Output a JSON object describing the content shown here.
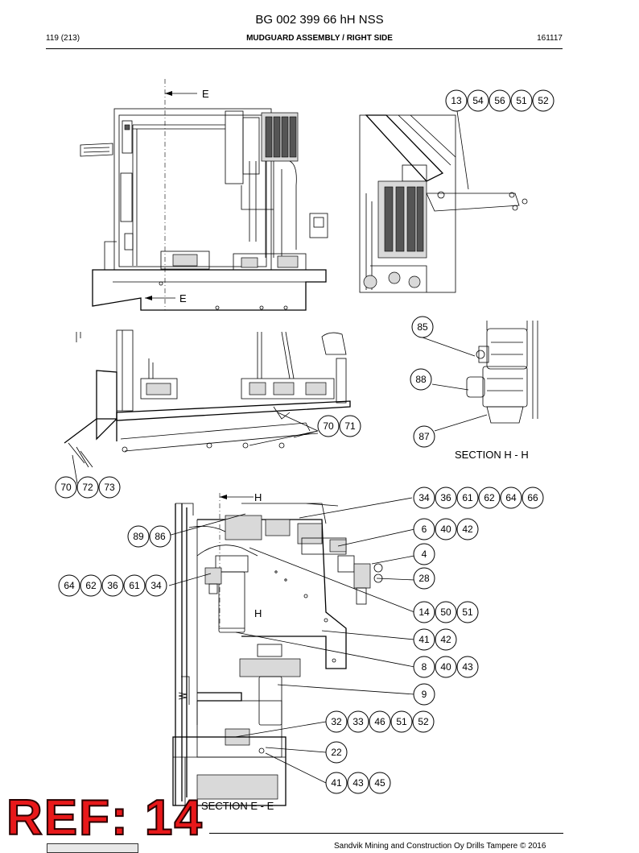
{
  "header": {
    "doc_title": "BG 002 399 66 hH NSS",
    "page": "119 (213)",
    "section": "MUDGUARD ASSEMBLY / RIGHT SIDE",
    "date": "161117"
  },
  "section_labels": {
    "e_top": "E",
    "e_bottom": "E",
    "h_top": "H",
    "h_bottom": "H",
    "section_hh": "SECTION H - H",
    "section_ee": "SECTION E - E"
  },
  "callouts": [
    {
      "id": "callout-13-54-56-51-52",
      "numbers": [
        "13",
        "54",
        "56",
        "51",
        "52"
      ]
    },
    {
      "id": "callout-85",
      "numbers": [
        "85"
      ]
    },
    {
      "id": "callout-88",
      "numbers": [
        "88"
      ]
    },
    {
      "id": "callout-87",
      "numbers": [
        "87"
      ]
    },
    {
      "id": "callout-70-71",
      "numbers": [
        "70",
        "71"
      ]
    },
    {
      "id": "callout-70-72-73",
      "numbers": [
        "70",
        "72",
        "73"
      ]
    },
    {
      "id": "callout-34-36-61-62-64-66",
      "numbers": [
        "34",
        "36",
        "61",
        "62",
        "64",
        "66"
      ]
    },
    {
      "id": "callout-89-86",
      "numbers": [
        "89",
        "86"
      ]
    },
    {
      "id": "callout-6-40-42",
      "numbers": [
        "6",
        "40",
        "42"
      ]
    },
    {
      "id": "callout-4",
      "numbers": [
        "4"
      ]
    },
    {
      "id": "callout-64-62-36-61-34",
      "numbers": [
        "64",
        "62",
        "36",
        "61",
        "34"
      ]
    },
    {
      "id": "callout-28",
      "numbers": [
        "28"
      ]
    },
    {
      "id": "callout-14-50-51",
      "numbers": [
        "14",
        "50",
        "51"
      ]
    },
    {
      "id": "callout-41-42",
      "numbers": [
        "41",
        "42"
      ]
    },
    {
      "id": "callout-8-40-43",
      "numbers": [
        "8",
        "40",
        "43"
      ]
    },
    {
      "id": "callout-9",
      "numbers": [
        "9"
      ]
    },
    {
      "id": "callout-32-33-46-51-52",
      "numbers": [
        "32",
        "33",
        "46",
        "51",
        "52"
      ]
    },
    {
      "id": "callout-22",
      "numbers": [
        "22"
      ]
    },
    {
      "id": "callout-41-43-45",
      "numbers": [
        "41",
        "43",
        "45"
      ]
    }
  ],
  "footer": {
    "ref_stamp": "REF: 14",
    "copyright": "Sandvik Mining and Construction Oy Drills Tampere © 2016"
  }
}
